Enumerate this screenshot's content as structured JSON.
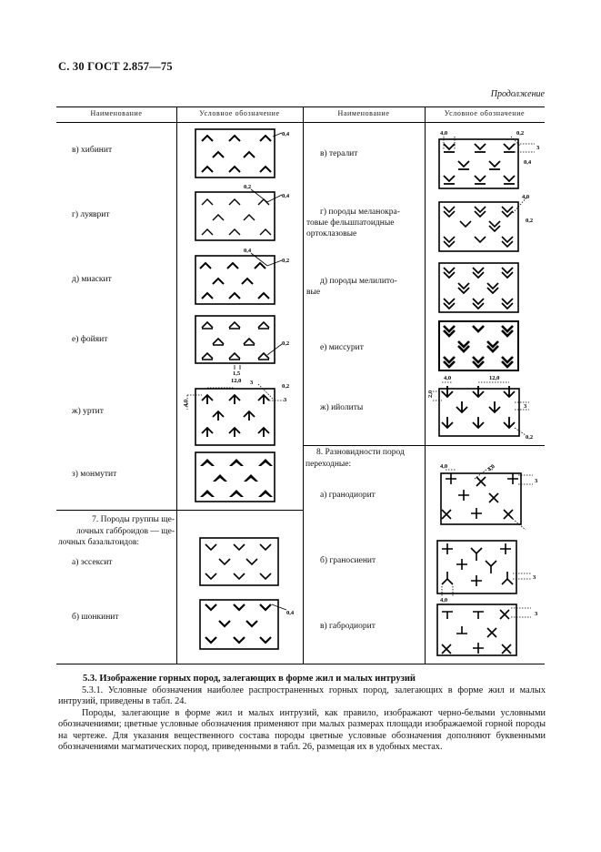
{
  "page_header": "С. 30 ГОСТ 2.857—75",
  "continuation": "Продолжение",
  "table": {
    "headers": [
      "Наименование",
      "Условное обозначение",
      "Наименование",
      "Условное обозначение"
    ],
    "left_rows": [
      {
        "label": "в)  хибинит",
        "dims": [
          "0,4"
        ]
      },
      {
        "label": "г)  луяврит",
        "dims": [
          "0,2",
          "0,4"
        ]
      },
      {
        "label": "д)  миаскит",
        "dims": [
          "0,4",
          "0,2"
        ]
      },
      {
        "label": "е)  фойяит",
        "dims": [
          "0,2"
        ]
      },
      {
        "label": "ж)  уртит",
        "dims": [
          "12,0",
          "1,5",
          "0,2",
          "4,0",
          "3",
          "3"
        ]
      },
      {
        "label": "з)  монмутит",
        "dims": []
      }
    ],
    "left_section_7": "7. Породы группы ще-лочных габброидов — щелочных базальтоидов:",
    "left_section_7_lines": [
      "7. Породы группы ще-",
      "лочных габброидов — ще-",
      "лочных базальтоидов:"
    ],
    "left_rows_2": [
      {
        "label": "а)  эссексит",
        "dims": []
      },
      {
        "label": "б)  шонкинит",
        "dims": [
          "0,4"
        ]
      }
    ],
    "right_rows": [
      {
        "label": "в)  тералит",
        "dims": [
          "4,0",
          "0,2",
          "3",
          "0,4"
        ]
      },
      {
        "label_lines": [
          "г) породы  меланокра-",
          "товые  фельшпатоидные",
          "ортоклазовые"
        ],
        "dims": [
          "4,0",
          "0,2"
        ]
      },
      {
        "label_lines": [
          "д)  породы  мелилито-",
          "вые"
        ],
        "dims": []
      },
      {
        "label": "е)  миссурит",
        "dims": []
      },
      {
        "label": "ж)  ийолиты",
        "dims": [
          "4,0",
          "12,0",
          "2,0",
          "3",
          "0,2"
        ]
      }
    ],
    "right_section_8_lines": [
      "8. Разновидности пород",
      "переходные:"
    ],
    "right_rows_2": [
      {
        "label": "а)  гранодиорит",
        "dims": [
          "4,0",
          "4,0",
          "3"
        ]
      },
      {
        "label": "б)  граносиенит",
        "dims": [
          "3",
          "4,0"
        ]
      },
      {
        "label": "в)  габродиорит",
        "dims": [
          "3"
        ]
      }
    ]
  },
  "section_heading": "5.3. Изображение горных пород, залегающих в форме жил и малых интрузий",
  "paragraphs": [
    "5.3.1. Условные обозначения наиболее распространенных горных пород, залегающих в форме жил и малых интрузий, приведены в табл. 24.",
    "Породы, залегающие в форме жил и малых интрузий, как правило, изображают черно-белыми условными обозначениями; цветные условные обозначения применяют при малых размерах площади изображаемой горной породы на чертеже. Для указания вещественного состава породы цветные условные обозначения дополняют буквенными обозначениями магматических пород, приведенными в табл. 26, размещая их в удобных местах."
  ]
}
